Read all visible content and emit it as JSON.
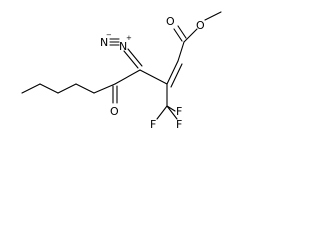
{
  "molecule": {
    "atom_labels": {
      "ester_carbonyl_oxygen": "O",
      "ester_ether_oxygen": "O",
      "ketone_oxygen": "O",
      "diazo_terminal_nitrogen": "N",
      "diazo_inner_nitrogen": "N",
      "fluorine_top": "F",
      "fluorine_left": "F",
      "fluorine_right": "F",
      "positive_charge": "+",
      "negative_charge": "−"
    }
  }
}
